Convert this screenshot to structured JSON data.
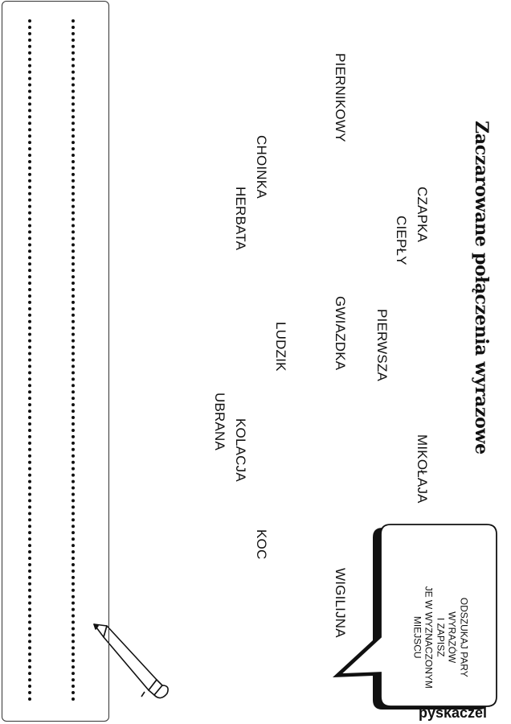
{
  "title": "Zaczarowane połączenia wyrazowe",
  "words": [
    "PIERNIKOWY",
    "CZAPKA",
    "CIEPŁY",
    "CHOINKA",
    "HERBATA",
    "GWIAZDKA",
    "PIERWSZA",
    "LUDZIK",
    "MIKOŁAJA",
    "KOLACJA",
    "UBRANA",
    "KOC",
    "WIGILIJNA"
  ],
  "instructions": {
    "line1": "ODSZUKAJ PARY",
    "line2": "WYRAZÓW",
    "line3": "I ZAPISZ",
    "line4": "JE W WYZNACZONYM",
    "line5": "MIEJSCU"
  },
  "brand": "pyskaczel",
  "icons": {
    "pencil": "pencil-icon",
    "speech_bubble": "speech-bubble-icon"
  }
}
